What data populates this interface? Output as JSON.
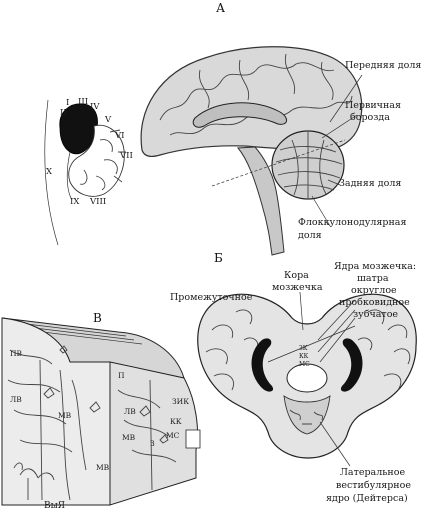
{
  "panels": {
    "a": "А",
    "b": "Б",
    "v": "В"
  },
  "panel_a": {
    "anterior_lobe": "Передняя доля",
    "primary_fissure_l1": "Первичная",
    "primary_fissure_l2": "борозда",
    "posterior_lobe": "Задняя доля",
    "flocculonodular_l1": "Флоккулонодулярная",
    "flocculonodular_l2": "доля"
  },
  "lobules": [
    "I",
    "II",
    "III",
    "IV",
    "V",
    "VI",
    "VII",
    "VIII",
    "IX",
    "X"
  ],
  "panel_b": {
    "cortex_l1": "Кора",
    "cortex_l2": "мозжечка",
    "nuclei_title": "Ядра мозжечка:",
    "nuclei": [
      "шатра",
      "округлое",
      "пробковидное",
      "зубчатое"
    ],
    "intermediate": "Промежуточное",
    "lateral_l1": "Латеральное",
    "lateral_l2": "вестибулярное",
    "lateral_l3": "ядро (Дейтерса)",
    "small_marks": [
      "ЗК",
      "КК",
      "МС"
    ]
  },
  "panel_v": {
    "labels": [
      "ПВ",
      "ЛВ",
      "МВ",
      "П",
      "ЛВ",
      "МВ",
      "МВ",
      "ЗИК",
      "КК",
      "МС",
      "З"
    ],
    "medulla": "ВыЯ"
  }
}
